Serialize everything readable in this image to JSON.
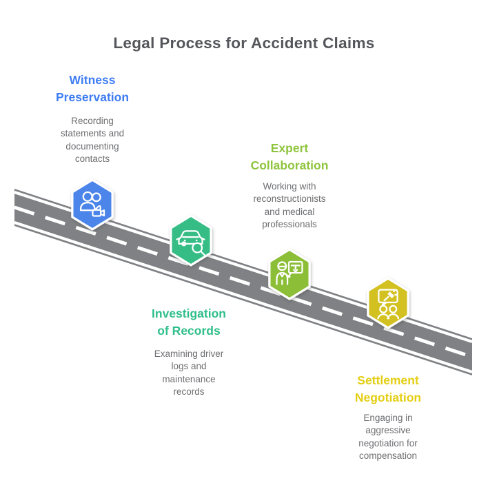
{
  "title": "Legal Process for Accident Claims",
  "colors": {
    "title_text": "#54565b",
    "body_text": "#6d6e71",
    "road": "#7f8184",
    "road_markings": "#ffffff"
  },
  "road": {
    "type": "diagonal-road",
    "direction": "descends from upper-left to lower-right",
    "markings": "dashed center line with solid edge lines"
  },
  "steps": [
    {
      "heading": "Witness\nPreservation",
      "description": "Recording\nstatements and\ndocumenting\ncontacts",
      "heading_color": "#3e7df2",
      "hex_color": "#4b85ea",
      "icon": "witnesses-video-camera-icon"
    },
    {
      "heading": "Investigation\nof Records",
      "description": "Examining driver\nlogs and\nmaintenance\nrecords",
      "heading_color": "#2ebe8a",
      "hex_color": "#36bd86",
      "icon": "vehicle-inspection-magnifier-icon"
    },
    {
      "heading": "Expert\nCollaboration",
      "description": "Working with\nreconstructionists\nand medical\nprofessionals",
      "heading_color": "#8fc43e",
      "hex_color": "#8cbe38",
      "icon": "expert-presentation-icon"
    },
    {
      "heading": "Settlement\nNegotiation",
      "description": "Engaging in\naggressive\nnegotiation for\ncompensation",
      "heading_color": "#e4ce12",
      "hex_color": "#d3c122",
      "icon": "negotiation-gavel-icon"
    }
  ]
}
